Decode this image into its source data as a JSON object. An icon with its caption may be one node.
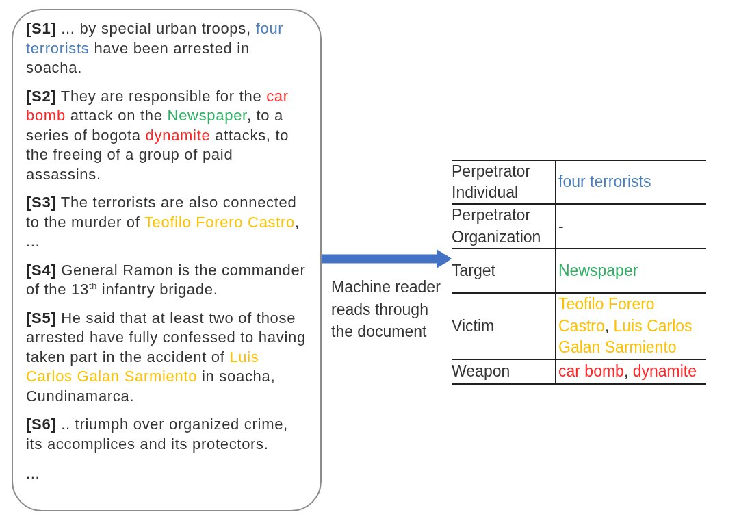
{
  "diagram": {
    "nodes": [
      {
        "text": [
          "**[S1]** ... by special urban troops, four terrorists have been arrested in soacha.",
          "**[S2]** They are responsible for the car bomb attack on the Newspaper, to a series of bogota dynamite attacks, to the freeing of a group of paid assassins.",
          "**[S3]** The terrorists are also connected to the murder of Teofilo Forero Castro, ...",
          "**[S4]** General Ramon is the commander of the 13$^{th}$ infantry brigade.",
          "**[S5]** He said that at least two of those arrested have fully confessed to having taken part in the accident of Luis Carlos Galan Sarmiento in soacha, Cundinamarca.",
          "**[S6]** .. triumph over organized crime, its accomplices and its protectors.",
          "..."
        ]
      },
      {
        "text": [
          "Perpetrator Individual",
          "four terrorists",
          "Perpetrator Organization",
          "-",
          "Target",
          "Newspaper",
          "Victim",
          "Teofilo Forero Castro, Luis Carlos Galan Sarmiento",
          "Weapon",
          "car bomb, dynamite"
        ]
      }
    ],
    "edges": [
      {
        "from": 0,
        "to": 1,
        "arrow": "to",
        "label": "Machine reader reads through the document",
        "color": "#4472c4"
      }
    ]
  }
}
